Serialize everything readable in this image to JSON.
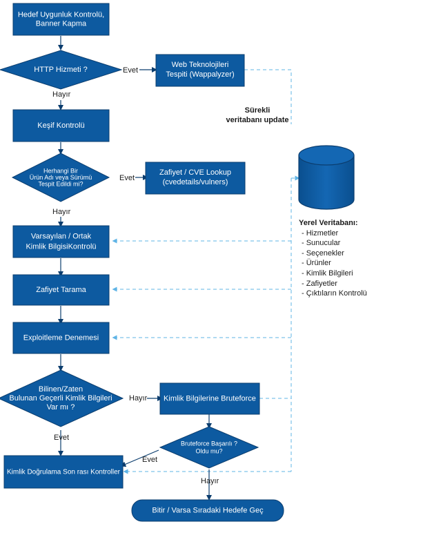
{
  "nodes": {
    "start": [
      "Hedef Uygunluk Kontrolü,",
      "Banner Kapma"
    ],
    "http": [
      "HTTP Hizmeti ?"
    ],
    "web_tech": [
      "Web Teknolojileri",
      "Tespiti (Wappalyzer)"
    ],
    "kesif": [
      "Keşif Kontrolü"
    ],
    "product": [
      "Herhangi Bir",
      "Ürün Adı  veya Sürümü",
      "Tespit  Edildi mi?"
    ],
    "cve": [
      "Zafiyet / CVE Lookup",
      "(cvedetails/vulners)"
    ],
    "default_creds": [
      "Varsayılan / Ortak",
      "Kimlik BilgisiKontrolü"
    ],
    "vuln_scan": [
      "Zafiyet Tarama"
    ],
    "exploit": [
      "Exploitleme Denemesi"
    ],
    "valid_creds": [
      "Bilinen/Zaten",
      "Bulunan Geçerli Kimlik Bilgileri",
      "Var mı ?"
    ],
    "bruteforce": [
      "Kimlik Bilgilerine Bruteforce"
    ],
    "bf_success": [
      "Bruteforce Başarılı ?",
      "Oldu mu?"
    ],
    "auth_checks": [
      "Kimlik Doğrulama Son rası Kontroller"
    ],
    "finish": [
      "Bitir / Varsa Sıradaki Hedefe Geç"
    ]
  },
  "edge_labels": {
    "http_yes": "Evet",
    "http_no": "Hayır",
    "product_yes": "Evet",
    "product_no": "Hayır",
    "creds_no": "Hayır",
    "creds_yes": "Evet",
    "bf_yes": "Evet",
    "bf_no": "Hayır"
  },
  "update_note": [
    "Sürekli",
    "veritabanı update"
  ],
  "database": {
    "title": "Yerel Veritabanı:",
    "items": [
      "Hizmetler",
      "Sunucular",
      "Seçenekler",
      "Ürünler",
      "Kimlik Bilgileri",
      "Zafiyetler",
      "Çıktıların Kontrolü"
    ]
  },
  "colors": {
    "node_fill": "#0d5aa0",
    "node_stroke": "#0b3d6e",
    "arrow": "#0b3d6e",
    "dashed": "#5fb4e6"
  }
}
